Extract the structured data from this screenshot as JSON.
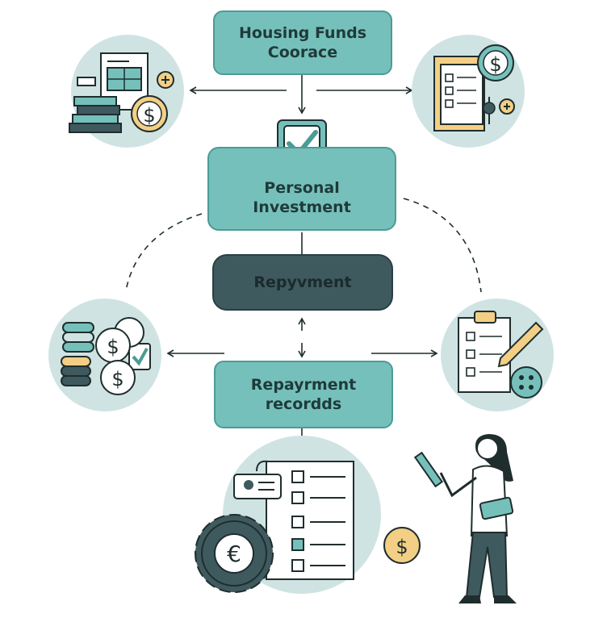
{
  "diagram": {
    "nodes": {
      "top": {
        "line1": "Housing Funds",
        "line2": "Coorace"
      },
      "center": {
        "line1": "Personal",
        "line2": "Investment"
      },
      "middle": {
        "label": "Repyvment"
      },
      "lower": {
        "line1": "Repayrment",
        "line2": "recordds"
      }
    },
    "icons": {
      "top_left": "documents-coins-icon",
      "top_right": "checklist-dollar-icon",
      "center_badge": "checkbox-icon",
      "mid_left": "coin-stacks-icon",
      "mid_right": "clipboard-pen-icon",
      "bottom_center": "contract-gear-icon",
      "bottom_right": "woman-with-pen-icon",
      "dollar_symbol": "$",
      "euro_symbol": "€"
    },
    "colors": {
      "teal": "#76c0bb",
      "teal_border": "#4d9a95",
      "dark": "#3f5a5f",
      "circle_bg": "#cfe3e3",
      "gold": "#f3cf85",
      "ink": "#1f2d2d"
    }
  }
}
